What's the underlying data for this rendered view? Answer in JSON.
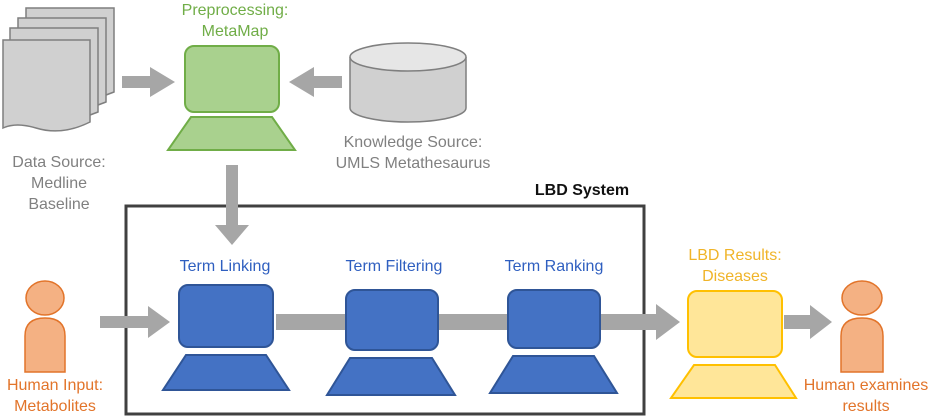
{
  "labels": {
    "preprocessing": [
      "Preprocessing:",
      "MetaMap"
    ],
    "knowledge_source": [
      "Knowledge Source:",
      "UMLS Metathesaurus"
    ],
    "data_source": [
      "Data Source:",
      "Medline",
      "Baseline"
    ],
    "lbd_system": "LBD System",
    "term_linking": "Term Linking",
    "term_filtering": "Term Filtering",
    "term_ranking": "Term Ranking",
    "lbd_results": [
      "LBD Results:",
      "Diseases"
    ],
    "human_input": [
      "Human Input:",
      "Metabolites"
    ],
    "human_examines": [
      "Human examines",
      "results"
    ]
  },
  "colors": {
    "green_fill": "#a9d18e",
    "green_stroke": "#70ad47",
    "blue_fill": "#4472c4",
    "blue_stroke": "#2f5597",
    "yellow_fill": "#ffe699",
    "yellow_stroke": "#ffc000",
    "orange_fill": "#f4b183",
    "orange_stroke": "#e2742a",
    "gray_fill": "#d0d0d0",
    "gray_stroke": "#7f7f7f",
    "arrow": "#a6a6a6",
    "box_border": "#404040"
  },
  "icons": {
    "document_stack": "document-stack-icon",
    "database": "database-icon",
    "computer": "computer-icon",
    "person": "person-icon"
  }
}
